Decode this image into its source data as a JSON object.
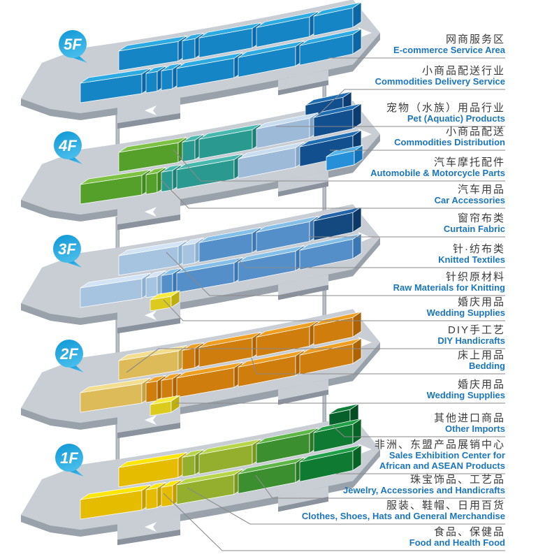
{
  "diagram": {
    "floors": [
      {
        "id": "5F",
        "badge": "5F",
        "front": [
          "blue",
          "blue",
          "blue",
          "blue",
          "blue",
          "blue"
        ],
        "back": [
          "blue",
          "blue",
          "blue",
          "blue",
          "blue"
        ],
        "extras": []
      },
      {
        "id": "4F",
        "badge": "4F",
        "front": [
          "green",
          "green",
          "teal",
          "teal",
          "paleblue4",
          "darkblue"
        ],
        "back": [
          "green",
          "teal",
          "teal",
          "paleblue4",
          "darkblue"
        ],
        "extras": [
          "darkblue",
          "medblue4"
        ]
      },
      {
        "id": "3F",
        "badge": "3F",
        "front": [
          "paleblue3",
          "paleblue3",
          "midblue3",
          "midblue3",
          "midblue3",
          "midblue3"
        ],
        "back": [
          "paleblue3",
          "paleblue3",
          "midblue3",
          "midblue3",
          "darknavy"
        ],
        "extras": [
          "yellowsm"
        ]
      },
      {
        "id": "2F",
        "badge": "2F",
        "front": [
          "paleyellow",
          "orange",
          "orange",
          "orange",
          "orange",
          "orange"
        ],
        "back": [
          "paleyellow",
          "orange",
          "orange",
          "orange",
          "orange"
        ],
        "extras": [
          "yellowsm"
        ]
      },
      {
        "id": "1F",
        "badge": "1F",
        "front": [
          "yellow",
          "yellow",
          "yellow",
          "ygreen",
          "green1",
          "darkgreen"
        ],
        "back": [
          "yellow",
          "ygreen",
          "ygreen",
          "green1",
          "darkgreen"
        ],
        "extras": [
          "darkestgreen"
        ]
      }
    ],
    "palette": {
      "blue": {
        "top": "#2BAAE3",
        "long": "#1585C6",
        "end": "#0B66A3"
      },
      "green": {
        "top": "#7DC242",
        "long": "#55A02B",
        "end": "#3F871F"
      },
      "teal": {
        "top": "#47B8AD",
        "long": "#2A9A90",
        "end": "#1D7F76"
      },
      "paleblue4": {
        "top": "#C8DEF0",
        "long": "#9DBBD9",
        "end": "#83A6C6"
      },
      "darkblue": {
        "top": "#1F6DB3",
        "long": "#124F8E",
        "end": "#0B3B70"
      },
      "medblue4": {
        "top": "#50B5F0",
        "long": "#2590D8",
        "end": "#1272B8"
      },
      "paleblue3": {
        "top": "#D2E4F5",
        "long": "#A6C4E0",
        "end": "#8CB0D0"
      },
      "midblue3": {
        "top": "#84BFE9",
        "long": "#548FC9",
        "end": "#3D77B2"
      },
      "darknavy": {
        "top": "#2264AA",
        "long": "#13497F",
        "end": "#0D3765"
      },
      "yellowsm": {
        "top": "#F6EB3E",
        "long": "#DCCB1C",
        "end": "#BFAE10"
      },
      "paleyellow": {
        "top": "#F3DE8E",
        "long": "#DDBB58",
        "end": "#C5A242"
      },
      "orange": {
        "top": "#F09E20",
        "long": "#CF7D0C",
        "end": "#AC6306"
      },
      "yellow": {
        "top": "#FFE603",
        "long": "#E6BC00",
        "end": "#C49E00"
      },
      "ygreen": {
        "top": "#B7D546",
        "long": "#94AF2D",
        "end": "#7A961F"
      },
      "green1": {
        "top": "#5DB646",
        "long": "#3C8F2F",
        "end": "#2B7823"
      },
      "darkgreen": {
        "top": "#1F9F46",
        "long": "#0F7A31",
        "end": "#086225"
      },
      "darkestgreen": {
        "top": "#0F7F3A",
        "long": "#076029",
        "end": "#044D20"
      },
      "platform_top": "#C9CED5",
      "platform_side": "#99A1AB",
      "platform_dark": "#8A929D",
      "pole": "#B9BFC7",
      "pole_edge": "#8E97A1",
      "badge_light": "#45BCEA",
      "badge_dark": "#0E96D5",
      "cn_text": "#3A3A3A",
      "en_text": "#1B76BC",
      "line": "#8A8A8A"
    }
  },
  "labels": [
    {
      "cn": "网商服务区",
      "en": "E-commerce Service Area"
    },
    {
      "cn": "小商品配送行业",
      "en": "Commodities Delivery Service"
    },
    {
      "cn": "宠物（水族）用品行业",
      "en": "Pet (Aquatic) Products"
    },
    {
      "cn": "小商品配送",
      "en": "Commodities Distribution"
    },
    {
      "cn": "汽车摩托配件",
      "en": "Automobile & Motorcycle Parts"
    },
    {
      "cn": "汽车用品",
      "en": "Car Accessories"
    },
    {
      "cn": "窗帘布类",
      "en": "Curtain Fabric"
    },
    {
      "cn": "针·纺布类",
      "en": "Knitted Textiles"
    },
    {
      "cn": "针织原材料",
      "en": "Raw Materials for Knitting"
    },
    {
      "cn": "婚庆用品",
      "en": "Wedding Supplies"
    },
    {
      "cn": "DIY手工艺",
      "en": "DIY Handicrafts"
    },
    {
      "cn": "床上用品",
      "en": "Bedding"
    },
    {
      "cn": "婚庆用品",
      "en": "Wedding Supplies"
    },
    {
      "cn": "其他进口商品",
      "en": "Other Imports"
    },
    {
      "cn": "非洲、东盟产品展销中心",
      "en": "Sales Exhibition Center for\nAfrican and ASEAN Products"
    },
    {
      "cn": "珠宝饰品、工艺品",
      "en": "Jewelry, Accessories and Handicrafts"
    },
    {
      "cn": "服装、鞋帽、日用百货",
      "en": "Clothes, Shoes, Hats and General Merchandise"
    },
    {
      "cn": "食品、保健品",
      "en": "Food and Health Food"
    }
  ]
}
